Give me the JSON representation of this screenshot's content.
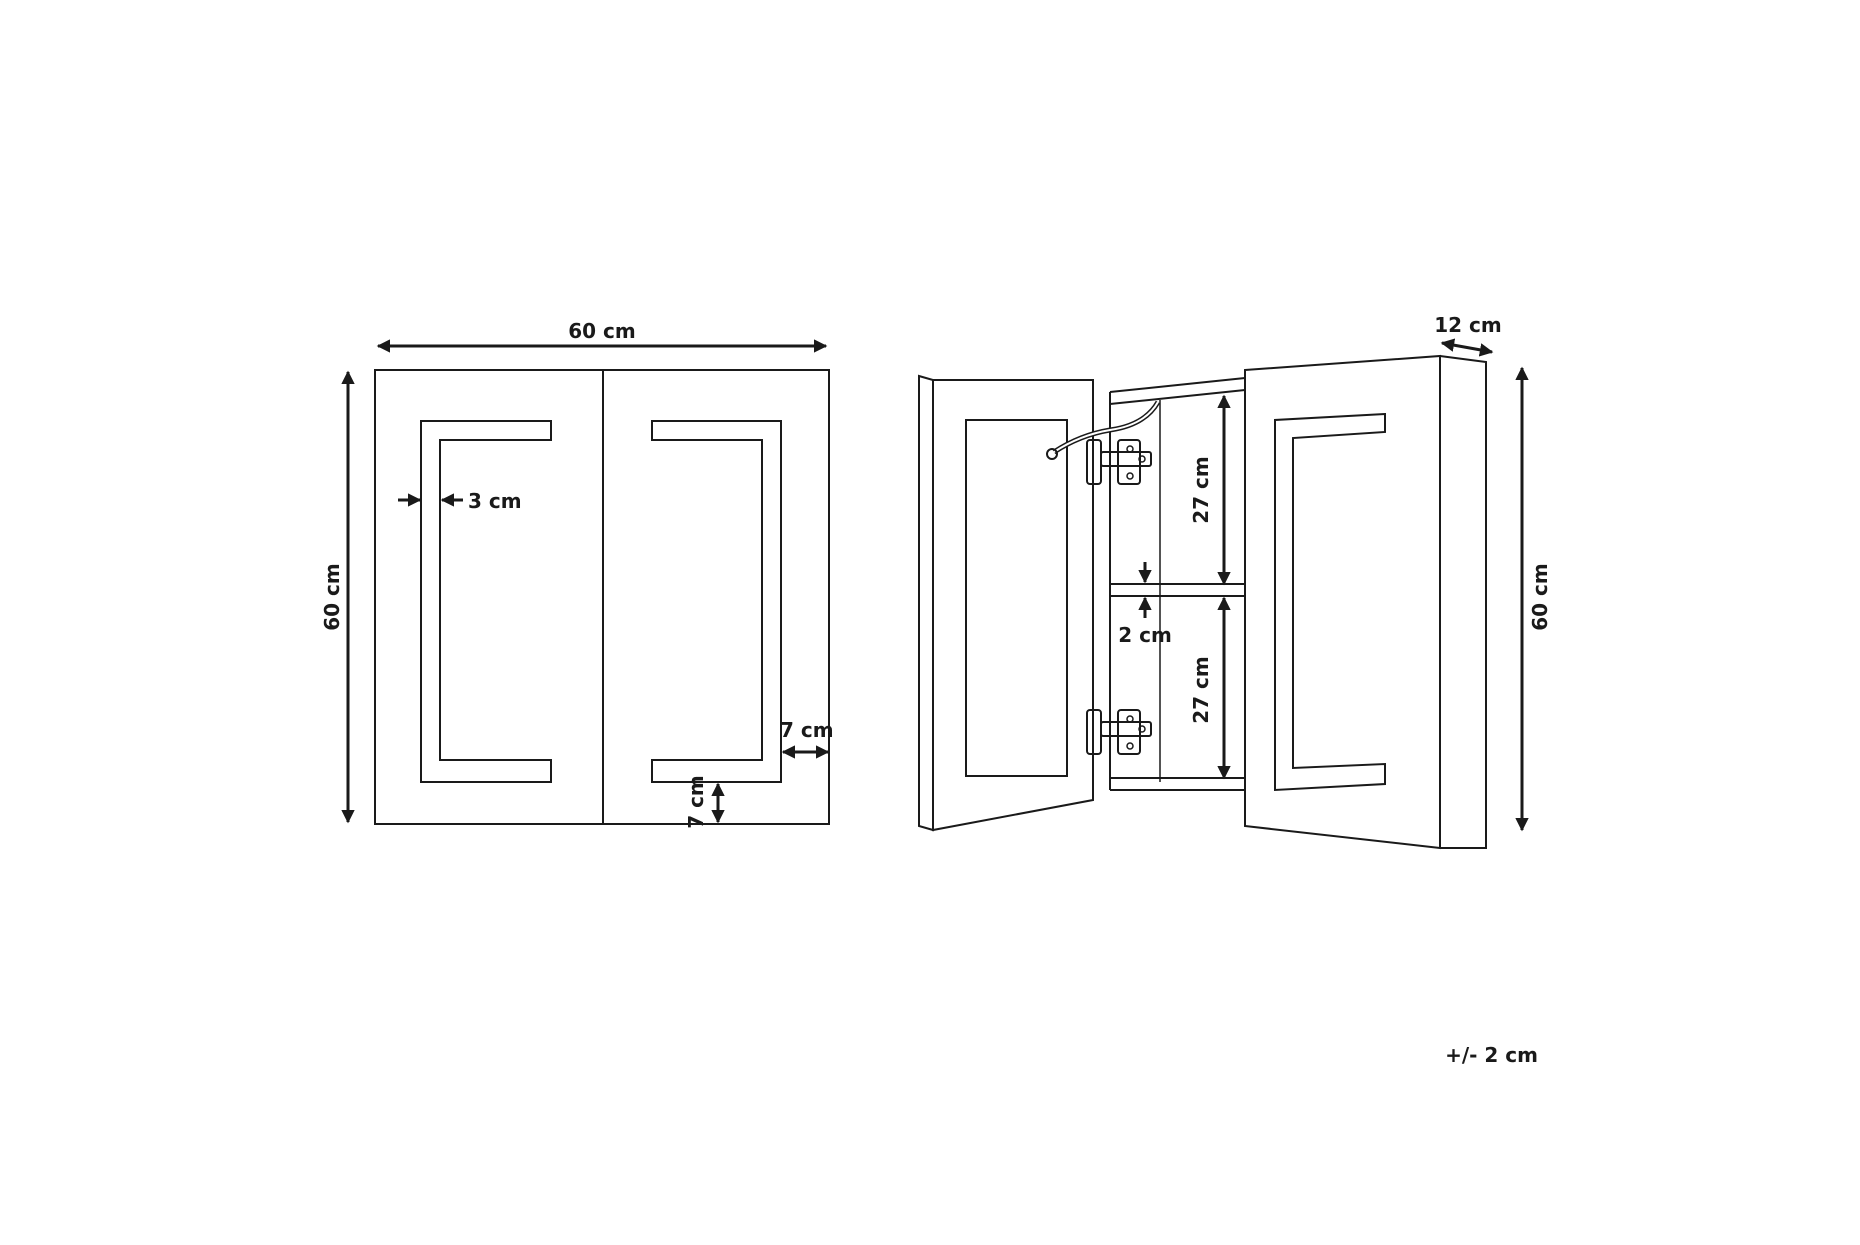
{
  "front_view": {
    "width_label": "60 cm",
    "height_label": "60 cm",
    "led_offset_label": "3 cm",
    "led_side_label": "7 cm",
    "led_bottom_label": "7 cm"
  },
  "open_view": {
    "depth_label": "12 cm",
    "height_label": "60 cm",
    "upper_shelf_label": "27 cm",
    "shelf_thickness_label": "2 cm",
    "lower_shelf_label": "27 cm"
  },
  "tolerance_label": "+/- 2 cm",
  "colors": {
    "line": "#1a1a1a",
    "background": "#ffffff"
  }
}
